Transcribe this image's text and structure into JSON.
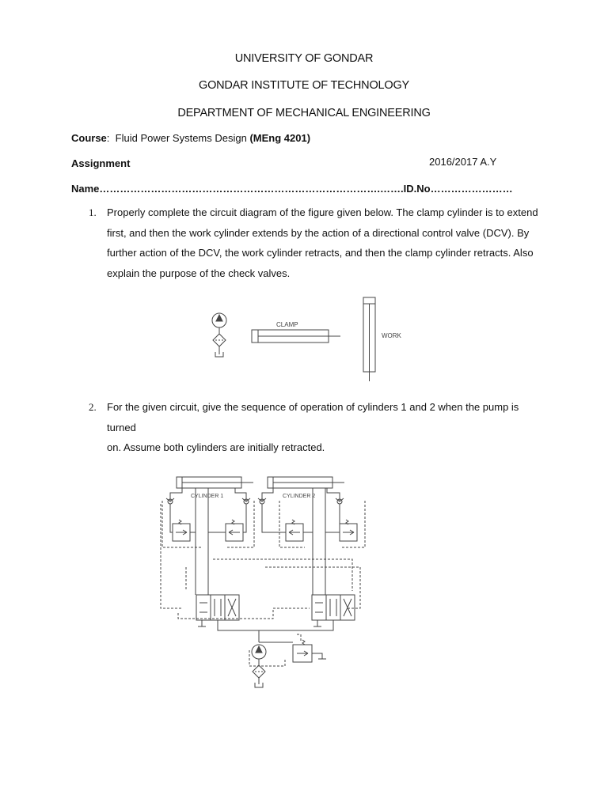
{
  "header": {
    "university": "UNIVERSITY OF GONDAR",
    "institute": "GONDAR INSTITUTE OF TECHNOLOGY",
    "department": "DEPARTMENT OF MECHANICAL ENGINEERING"
  },
  "course": {
    "label": "Course",
    "colon": ":",
    "name": "Fluid Power Systems Design",
    "code": "(MEng 4201)"
  },
  "assignment": {
    "label": "Assignment",
    "year": "2016/2017 A.Y"
  },
  "name_line": {
    "name_label": "Name……………………………………………………………………….…….",
    "id_label": "ID.No……………………"
  },
  "questions": [
    {
      "number": "1.",
      "lines": [
        "Properly complete the circuit diagram of the figure given below.  The clamp cylinder is to extend",
        "first, and then the work cylinder extends by the action of a directional control valve (DCV).  By",
        "further action of the DCV, the work cylinder retracts, and then the clamp cylinder retracts.  Also",
        "explain the purpose of the check valves."
      ]
    },
    {
      "number": "2.",
      "lines": [
        "For the given circuit, give the sequence of operation of cylinders 1 and 2 when the pump is turned",
        "on.  Assume both cylinders are initially retracted."
      ]
    }
  ],
  "figure1": {
    "clamp_label": "CLAMP",
    "work_label": "WORK"
  },
  "figure2": {
    "cyl1_label": "CYLINDER 1",
    "cyl2_label": "CYLINDER 2"
  }
}
